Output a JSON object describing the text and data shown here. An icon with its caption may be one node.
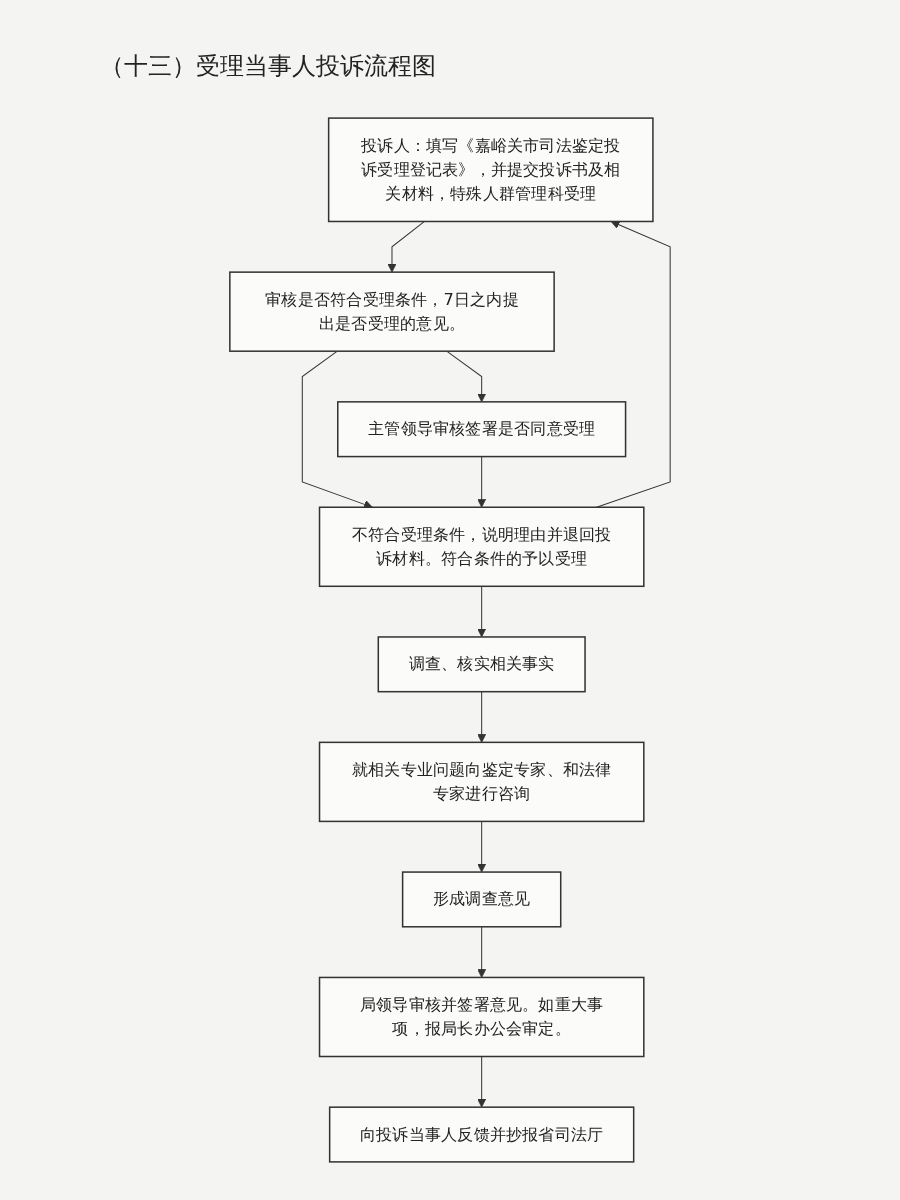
{
  "diagram": {
    "title": "（十三）受理当事人投诉流程图",
    "nodes": [
      {
        "text": [
          "投诉人：填写《嘉峪关市司法鉴定投诉受理登记表》，并提交投诉书及相关材料，特殊人群管理科受理"
        ]
      },
      {
        "text": [
          "审核是否符合受理条件，7日之内提出是否受理的意见。"
        ]
      },
      {
        "text": [
          "主管领导审核签署是否同意受理"
        ]
      },
      {
        "text": [
          "不符合受理条件，说明理由并退回投诉材料。符合条件的予以受理"
        ]
      },
      {
        "text": [
          "调查、核实相关事实"
        ]
      },
      {
        "text": [
          "就相关专业问题向鉴定专家、和法律专家进行咨询"
        ]
      },
      {
        "text": [
          "形成调查意见"
        ]
      },
      {
        "text": [
          "局领导审核并签署意见。如重大事项，报局长办公会审定。"
        ]
      },
      {
        "text": [
          "向投诉当事人反馈并抄报省司法厅"
        ]
      }
    ],
    "edges": [
      {
        "from": 0,
        "to": 1,
        "arrow": "to"
      },
      {
        "from": 1,
        "to": 2,
        "arrow": "to"
      },
      {
        "from": 1,
        "to": 3,
        "arrow": "to"
      },
      {
        "from": 2,
        "to": 3,
        "arrow": "to"
      },
      {
        "from": 3,
        "to": 0,
        "arrow": "to"
      },
      {
        "from": 3,
        "to": 4,
        "arrow": "to"
      },
      {
        "from": 4,
        "to": 5,
        "arrow": "to"
      },
      {
        "from": 5,
        "to": 6,
        "arrow": "to"
      },
      {
        "from": 6,
        "to": 7,
        "arrow": "to"
      },
      {
        "from": 7,
        "to": 8,
        "arrow": "to"
      }
    ]
  }
}
